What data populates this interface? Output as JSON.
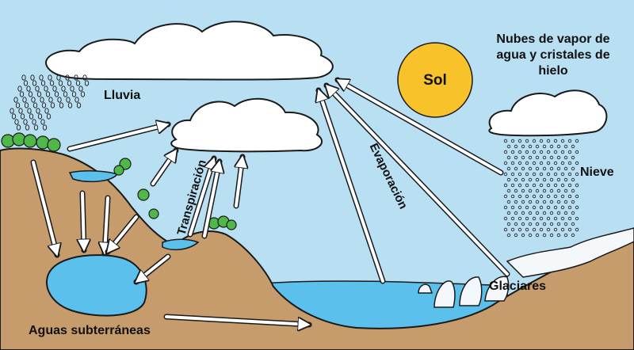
{
  "labels": {
    "lluvia": "Lluvia",
    "sol": "Sol",
    "nubes": "Nubes de vapor de agua y cristales de hielo",
    "nieve": "Nieve",
    "transpiracion": "Transpiración",
    "evaporacion": "Evaporación",
    "glaciares": "Glaciares",
    "aguas_subterraneas": "Aguas subterráneas"
  },
  "colors": {
    "sky": "#b9dff3",
    "ground": "#c69c6d",
    "water": "#5bc0eb",
    "sun": "#f8c22a",
    "cloud": "#ffffff",
    "tree": "#4fb848",
    "outline": "#1a1a1a"
  }
}
